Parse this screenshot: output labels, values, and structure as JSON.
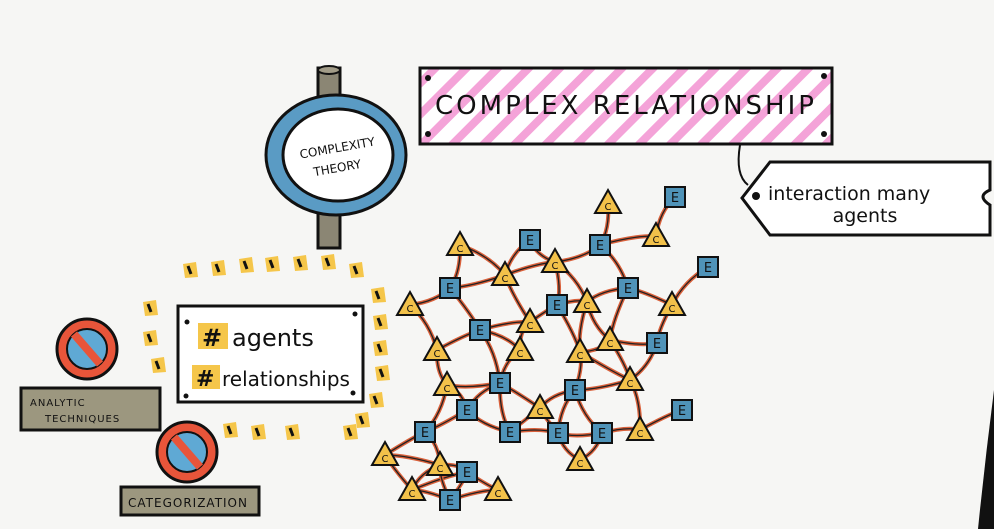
{
  "sign": {
    "line1": "COMPLEXITY",
    "line2": "THEORY"
  },
  "banner": {
    "title": "COMPLEX RELATIONSHIP"
  },
  "tag": {
    "line1": "interaction  many",
    "line2": "agents"
  },
  "board": {
    "line1": "agents",
    "line2": "relationships",
    "hash": "#"
  },
  "blocked": [
    {
      "label_line1": "ANALYTIC",
      "label_line2": "TECHNIQUES"
    },
    {
      "label_line1": "CATEGORIZATION",
      "label_line2": ""
    }
  ],
  "network": {
    "entity_label": "E",
    "complex_label": "C"
  },
  "colors": {
    "pink_stripe": "#f4a3d8",
    "sign_ring": "#5a9bc4",
    "post": "#8b8674",
    "plaque": "#9c977f",
    "no_red": "#e8553a",
    "no_blue": "#5fa9d4",
    "ray_yellow": "#f5c64a",
    "node_blue": "#4f93b8",
    "node_yellow": "#f2c14a",
    "edge_red": "#d9603a"
  }
}
